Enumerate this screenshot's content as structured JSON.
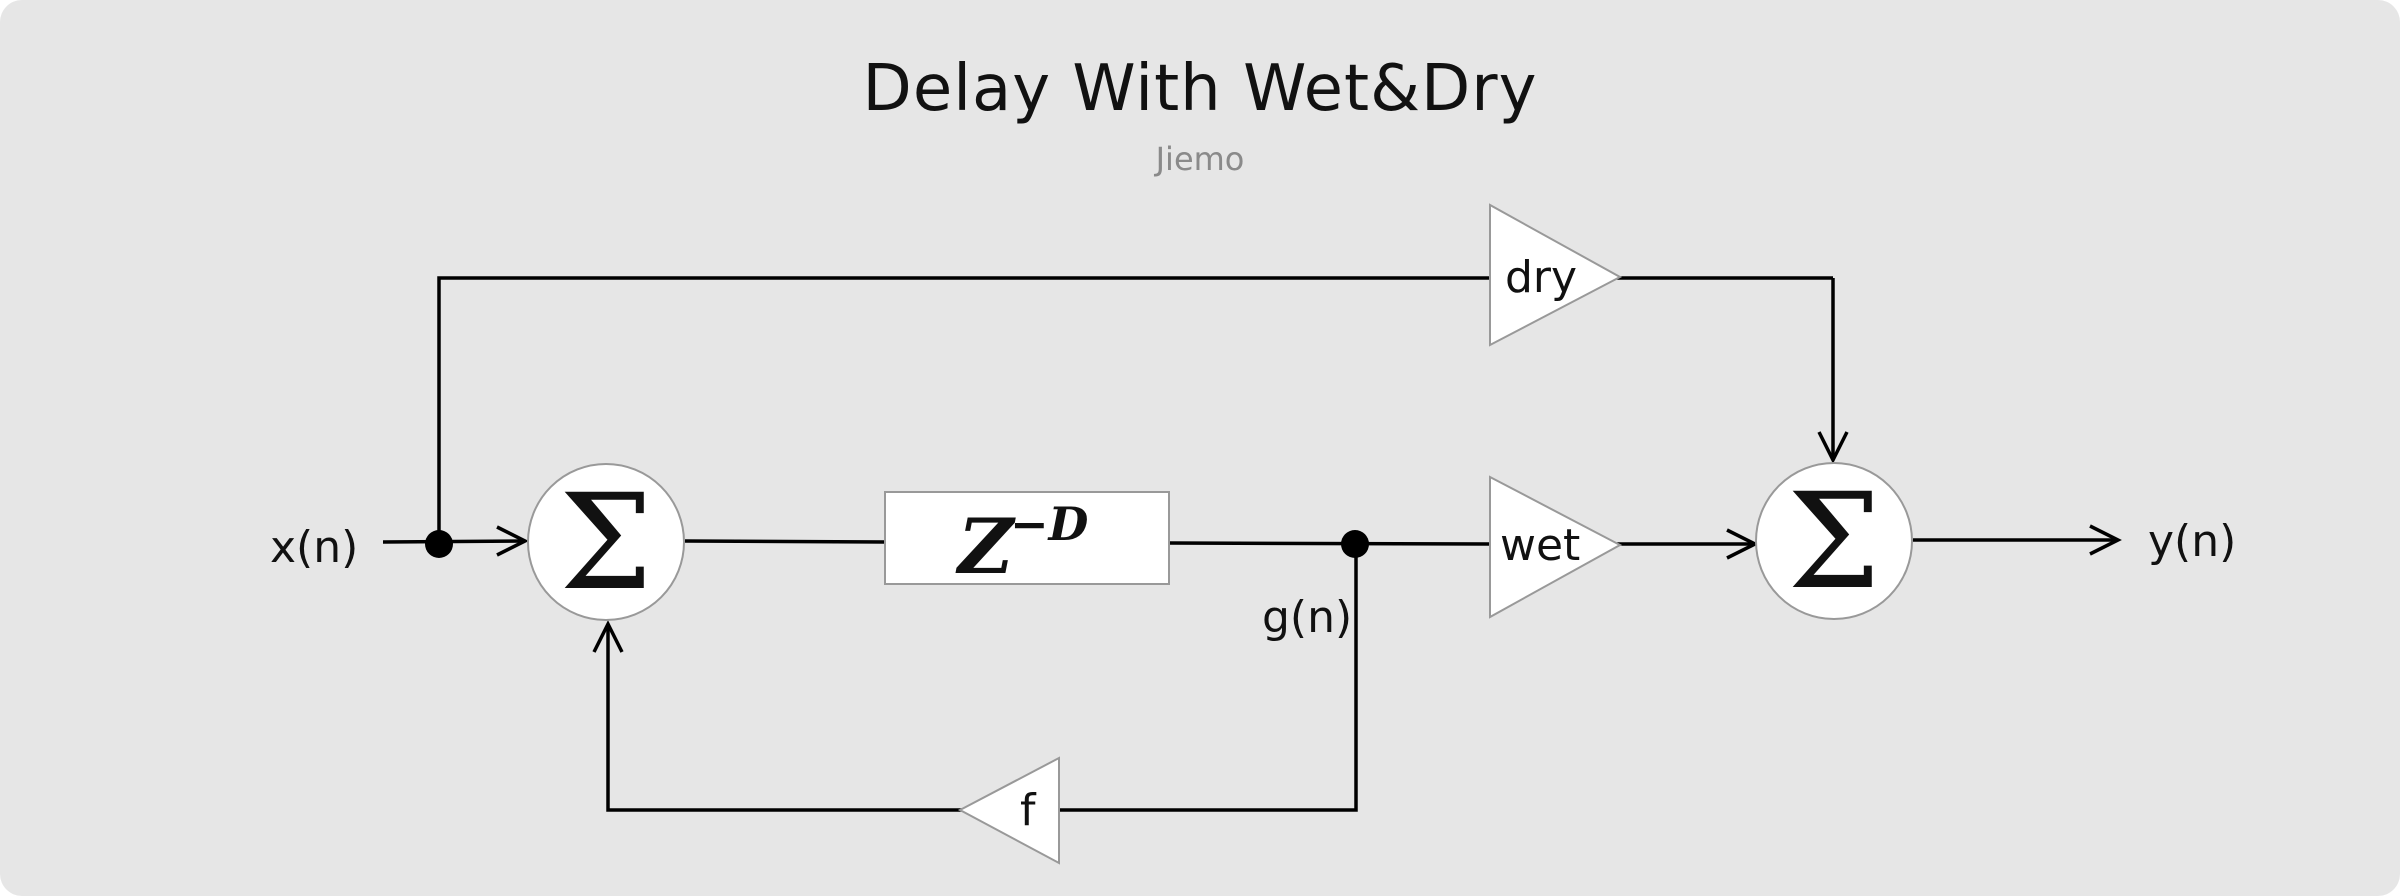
{
  "diagram": {
    "title": "Delay With Wet&Dry",
    "subtitle": "Jiemo",
    "input_label": "x(n)",
    "output_label": "y(n)",
    "tap_label": "g(n)",
    "sum_symbol": "Σ",
    "delay_block": {
      "base": "Z",
      "exponent": "−D"
    },
    "gains": {
      "dry": "dry",
      "wet": "wet",
      "feedback": "f"
    },
    "colors": {
      "background": "#e6e6e6",
      "block_fill": "#ffffff",
      "block_stroke": "#999999",
      "line": "#000000",
      "subtitle": "#8a8a8a"
    }
  }
}
